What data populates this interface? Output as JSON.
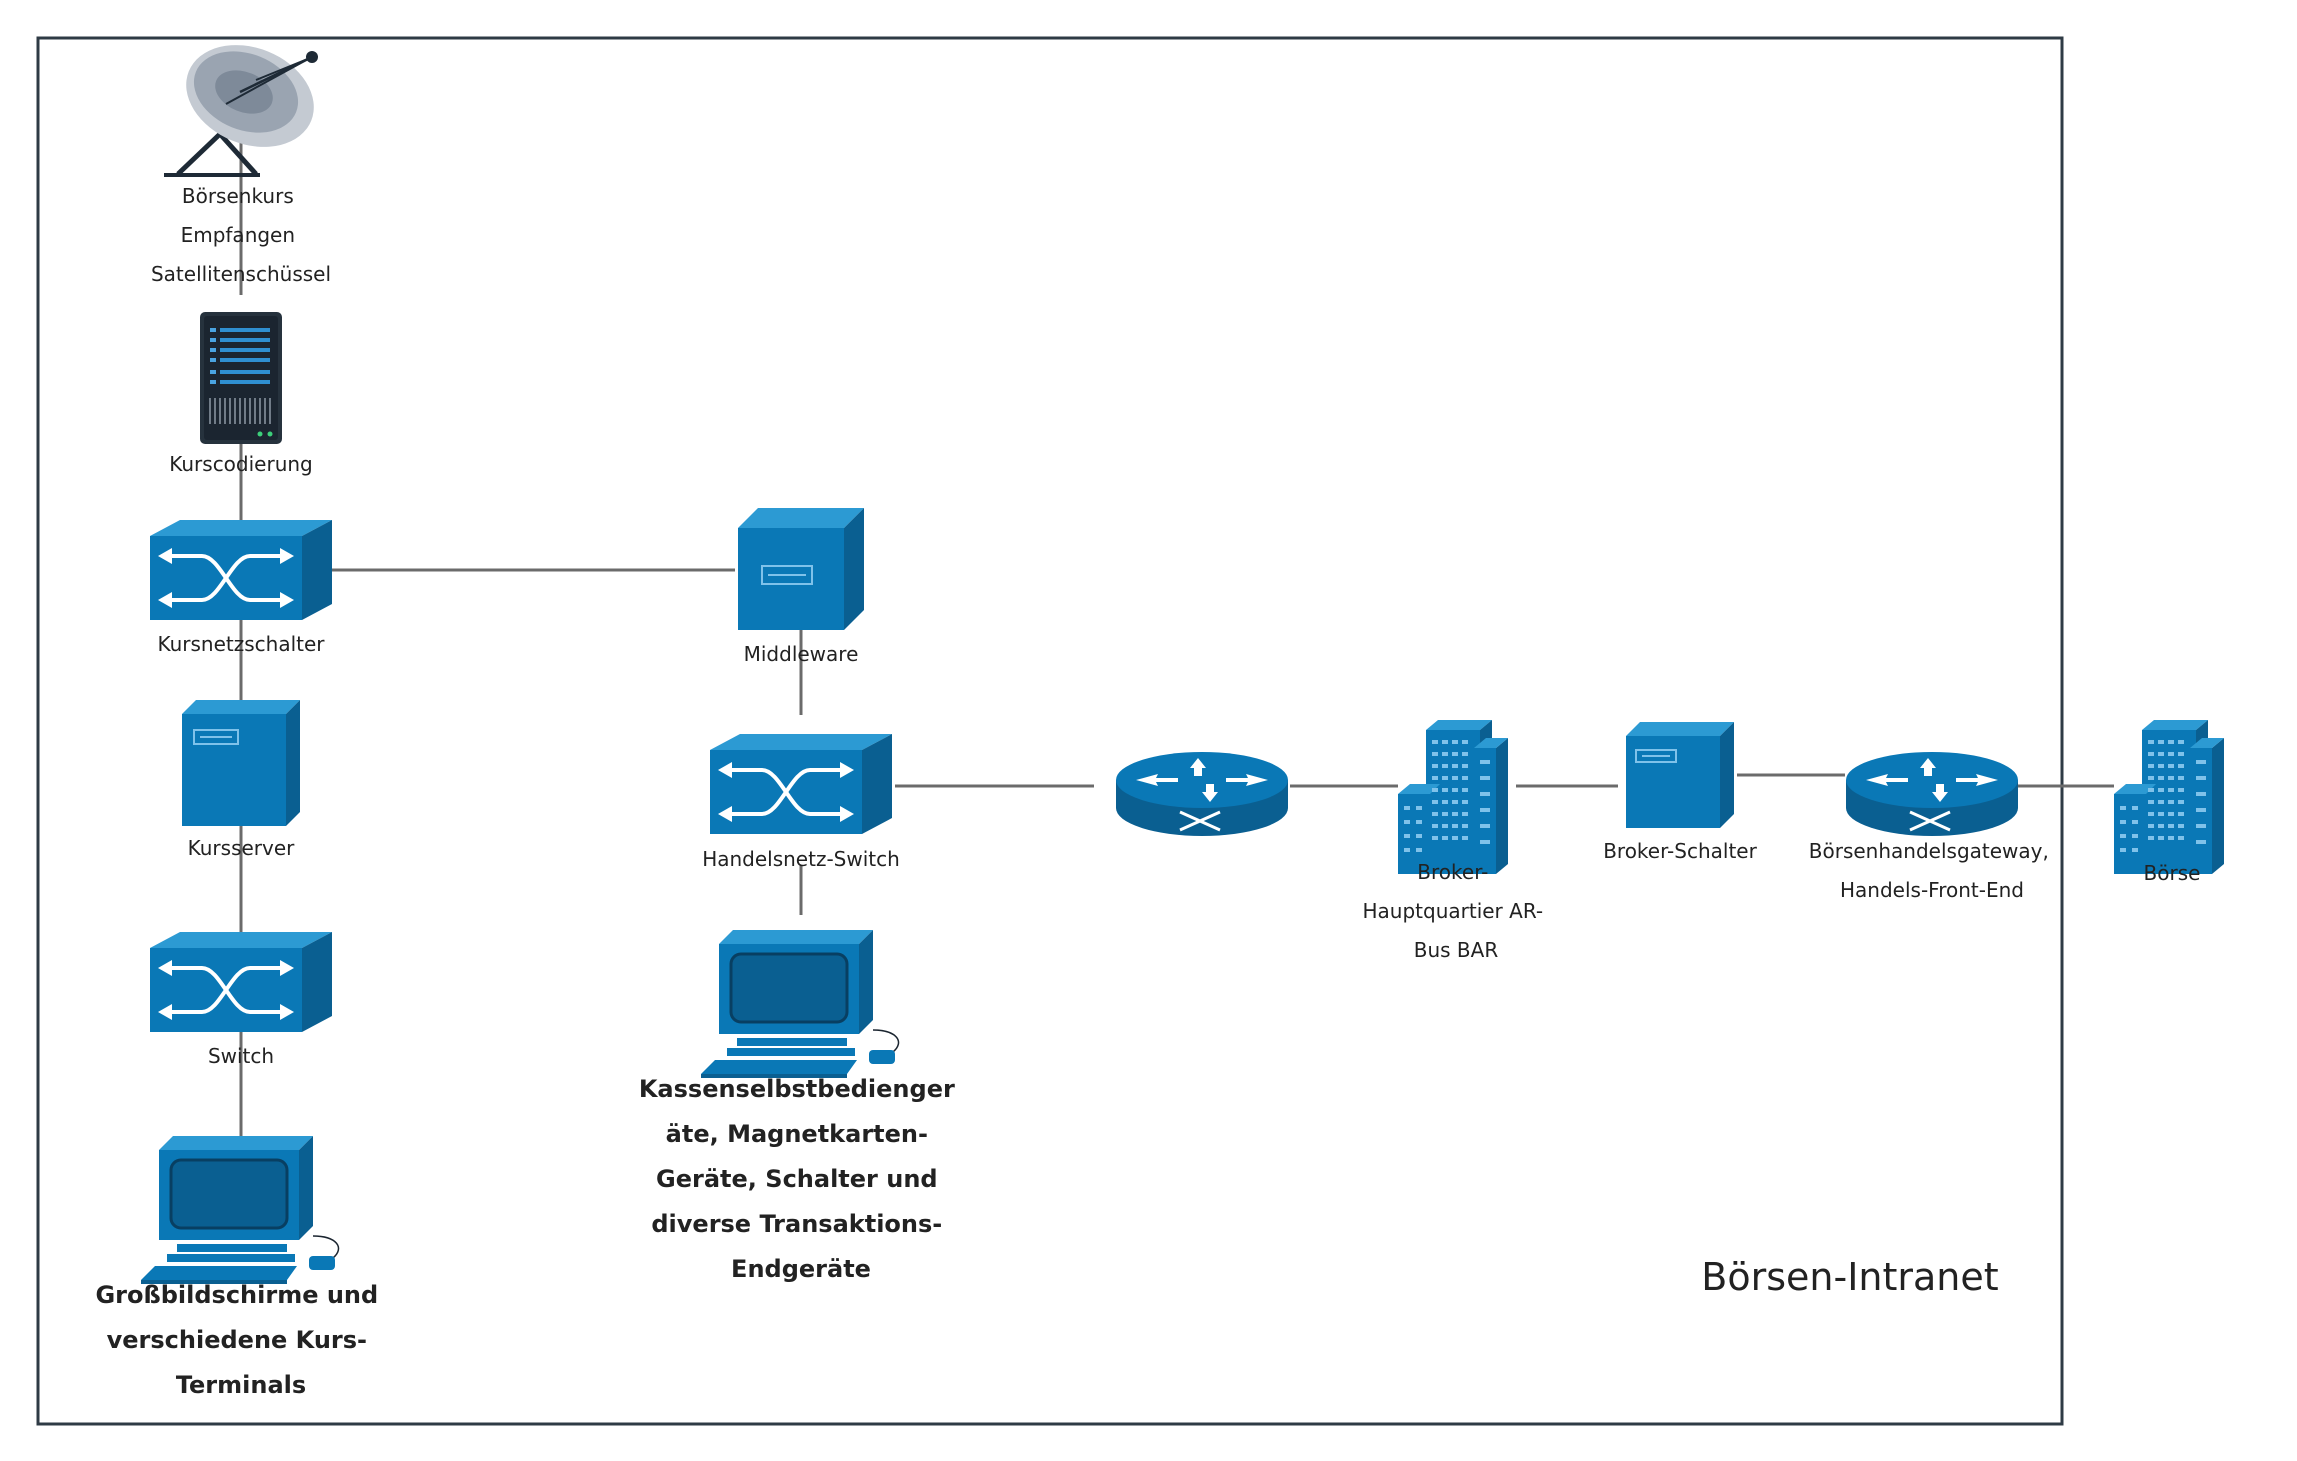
{
  "colors": {
    "device_front": "#0a78b6",
    "device_top": "#2c9ad3",
    "device_side": "#0a5f91",
    "line": "#6b6b6b",
    "frame": "#2f3b45"
  },
  "frame": {
    "title": "Börsen-Intranet"
  },
  "nodes": {
    "satellite": {
      "icon": "satellite-dish-icon",
      "lines": [
        "Börsenkurs",
        "Empfangen",
        "Satellitenschüssel"
      ]
    },
    "encoder": {
      "icon": "server-rack-icon",
      "lines": [
        "Kurscodierung"
      ]
    },
    "price_switch": {
      "icon": "network-switch-icon",
      "lines": [
        "Kursnetzschalter"
      ]
    },
    "price_server": {
      "icon": "server-tower-icon",
      "lines": [
        "Kursserver"
      ]
    },
    "switch": {
      "icon": "network-switch-icon",
      "lines": [
        "Switch"
      ]
    },
    "big_screens": {
      "icon": "workstation-icon",
      "lines": [
        "Großbildschirme und",
        "verschiedene Kurs-",
        "Terminals"
      ]
    },
    "middleware": {
      "icon": "server-cube-icon",
      "lines": [
        "Middleware"
      ]
    },
    "trade_switch": {
      "icon": "network-switch-icon",
      "lines": [
        "Handelsnetz-Switch"
      ]
    },
    "pos_terminals": {
      "icon": "workstation-icon",
      "lines": [
        "Kassenselbstbedienger",
        "äte, Magnetkarten-",
        "Geräte, Schalter und",
        "diverse Transaktions-",
        "Endgeräte"
      ]
    },
    "router1": {
      "icon": "router-icon",
      "lines": []
    },
    "broker_hq": {
      "icon": "office-building-icon",
      "lines": [
        "Broker-",
        "Hauptquartier AR-",
        "Bus BAR"
      ]
    },
    "broker_counter": {
      "icon": "server-tower-icon",
      "lines": [
        "Broker-Schalter"
      ]
    },
    "gateway": {
      "icon": "router-icon",
      "lines": [
        "Börsenhandelsgateway,",
        "Handels-Front-End"
      ]
    },
    "exchange": {
      "icon": "office-building-icon",
      "lines": [
        "Börse"
      ]
    }
  }
}
